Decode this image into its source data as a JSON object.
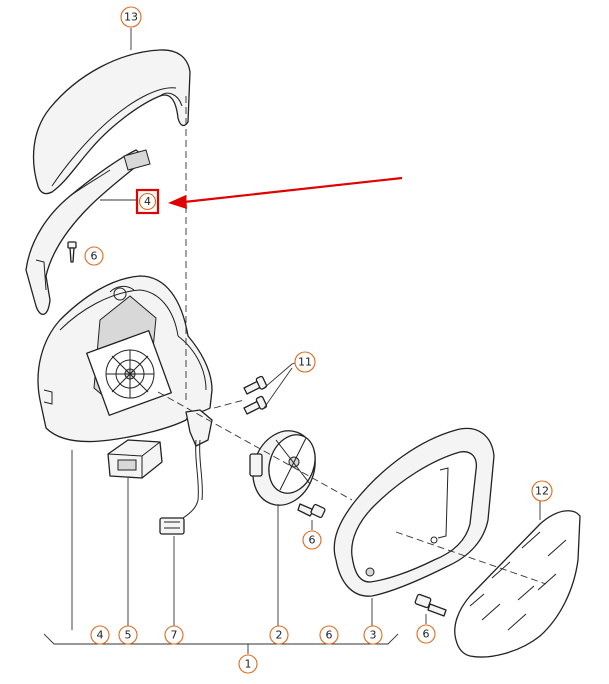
{
  "callouts": {
    "c13": "13",
    "c4_top": "4",
    "c6_screw_left": "6",
    "c11": "11",
    "c12": "12",
    "c6_mid": "6",
    "c6_right": "6",
    "c4_bottom": "4",
    "c5": "5",
    "c7": "7",
    "c2": "2",
    "c6_bottom": "6",
    "c3": "3",
    "c1": "1"
  },
  "highlight": {
    "color": "#e00000",
    "target": "4"
  },
  "callout_color": "#e0691d"
}
